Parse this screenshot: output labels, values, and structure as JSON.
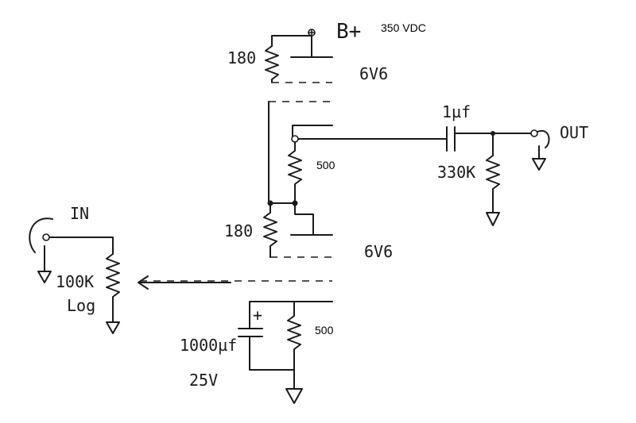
{
  "labels": {
    "bplus": "B+",
    "supply": "350 VDC",
    "r_top_plate": "180",
    "tube_top": "6V6",
    "cap_coupling": "1µf",
    "out": "OUT",
    "r_mid": "500",
    "r_out_load": "330K",
    "input": "IN",
    "r_bottom_plate": "180",
    "tube_bottom": "6V6",
    "pot_value": "100K",
    "pot_taper": "Log",
    "r_cathode": "500",
    "cap_cathode_value": "1000µf",
    "cap_cathode_voltage": "25V",
    "cap_polarity": "+"
  },
  "colors": {
    "ink": "#1a1a1a",
    "paper": "#ffffff"
  }
}
